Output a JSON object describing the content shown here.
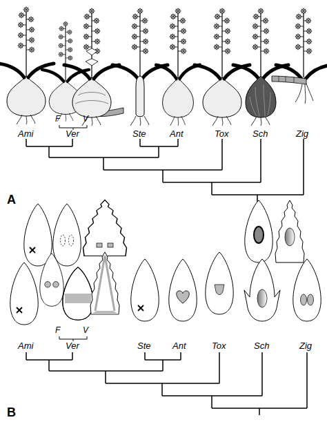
{
  "diagram": {
    "labels": [
      "F",
      "V",
      "Ami",
      "Ver",
      "Ste",
      "Ant",
      "Tox",
      "Sch",
      "Zig",
      "A",
      "F",
      "V",
      "Ami",
      "Ver",
      "Ste",
      "Ant",
      "Tox",
      "Sch",
      "Zig",
      "B"
    ]
  }
}
